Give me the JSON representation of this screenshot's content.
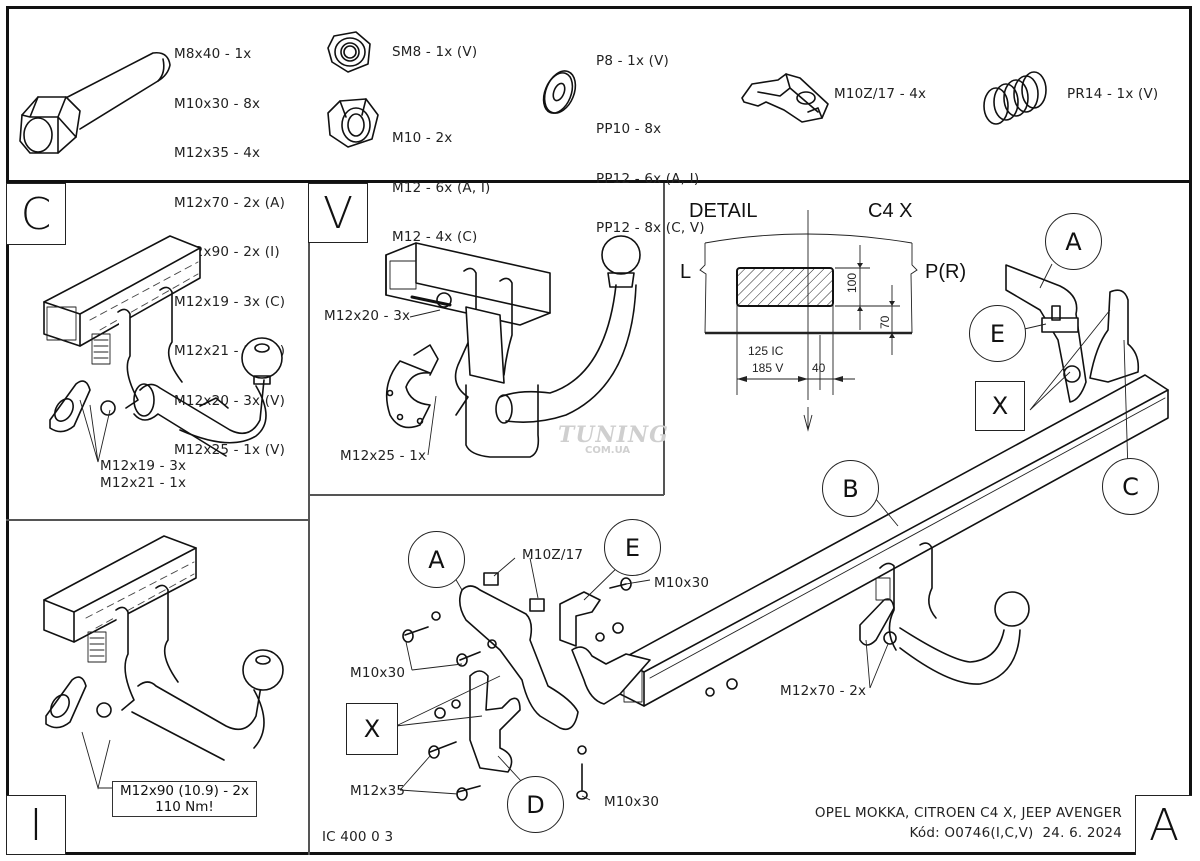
{
  "parts_list": {
    "bolts": [
      "M8x40 - 1x",
      "M10x30 - 8x",
      "M12x35 - 4x",
      "M12x70 - 2x (A)",
      "M12x90 - 2x (I)",
      "M12x19 - 3x (C)",
      "M12x21 - 1x (C)",
      "M12x20 - 3x (V)",
      "M12x25 - 1x (V)"
    ],
    "self_lock_nut": "SM8 - 1x (V)",
    "nuts": [
      "M10 - 2x",
      "M12 - 6x (A, I)",
      "M12 - 4x (C)"
    ],
    "washer_small": "P8 - 1x (V)",
    "washers": [
      "PP10 - 8x",
      "PP12 - 6x (A, I)",
      "PP12 - 8x (C, V)"
    ],
    "cage_nut": "M10Z/17 - 4x",
    "spring_washer": "PR14 - 1x (V)",
    "icons": [
      "hex-bolt-icon",
      "self-lock-nut-icon",
      "hex-nut-icon",
      "flat-washer-icon",
      "cage-nut-icon",
      "spring-washer-icon"
    ]
  },
  "panels": {
    "c": {
      "letter": "C",
      "labels": [
        "M12x19 - 3x",
        "M12x21 - 1x"
      ]
    },
    "v": {
      "letter": "V",
      "label_top": "M12x20 - 3x",
      "label_bottom": "M12x25 - 1x",
      "watermark": "TUNING",
      "watermark_sub": "COM.UA"
    },
    "i": {
      "letter": "I",
      "label": "M12x90 (10.9) - 2x",
      "torque": "110 Nm!"
    }
  },
  "detail": {
    "title_left": "DETAIL",
    "title_right": "C4 X",
    "side_left": "L",
    "side_right": "P(R)",
    "dim_height": "100",
    "dim_ground": "70",
    "dim_offset_ic": "125 IC",
    "dim_offset_v": "185 V",
    "dim_half_width": "40"
  },
  "main": {
    "callouts": {
      "a_top": "A",
      "e_top": "E",
      "x_top": "X",
      "b": "B",
      "c": "C",
      "a_exploded": "A",
      "e_exploded": "E",
      "x_exploded": "X",
      "d": "D"
    },
    "labels": {
      "cage_nut": "M10Z/17",
      "bolt_e": "M10x30",
      "bolt_left": "M10x30",
      "bolt_bottom": "M10x30",
      "bolt_d": "M12x35",
      "bolt_ball": "M12x70 - 2x"
    }
  },
  "footer": {
    "drawing_no": "IC 400 0 3",
    "vehicles": "OPEL MOKKA, CITROEN C4 X, JEEP AVENGER",
    "code": "Kód: O0746(I,C,V)  24. 6. 2024",
    "sheet_letter": "A"
  }
}
